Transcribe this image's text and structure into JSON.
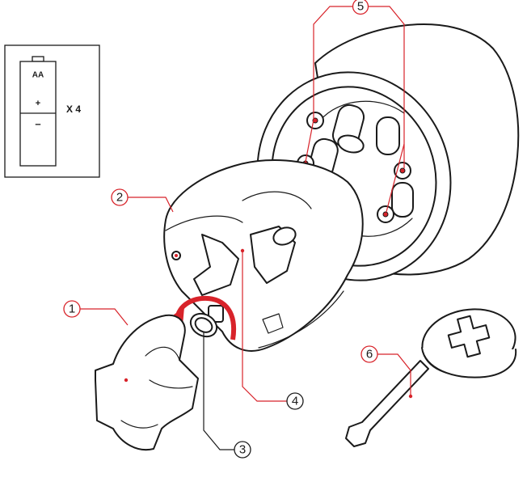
{
  "battery_box": {
    "type_label": "AA",
    "plus": "+",
    "minus": "–",
    "quantity": "X 4"
  },
  "callouts": [
    {
      "number": "1"
    },
    {
      "number": "2"
    },
    {
      "number": "3"
    },
    {
      "number": "4"
    },
    {
      "number": "5"
    },
    {
      "number": "6"
    }
  ],
  "colors": {
    "accent": "#d8232a",
    "outline": "#1a1a1a",
    "shade": "#eeeeee"
  },
  "icons": [
    "battery-icon",
    "rotate-arrow-icon",
    "cross-icon"
  ]
}
